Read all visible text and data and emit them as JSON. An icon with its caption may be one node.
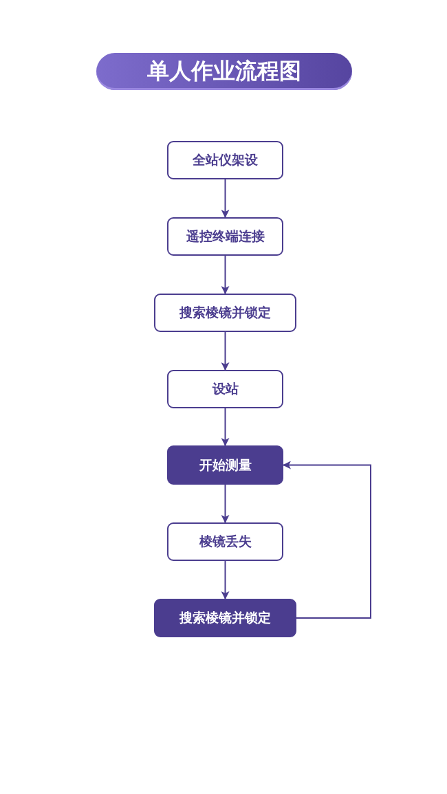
{
  "diagram": {
    "title": "单人作业流程图",
    "nodes": [
      {
        "text": [
          "全站仪架设"
        ]
      },
      {
        "text": [
          "遥控终端连接"
        ]
      },
      {
        "text": [
          "搜索棱镜并锁定"
        ]
      },
      {
        "text": [
          "设站"
        ]
      },
      {
        "text": [
          "开始测量"
        ]
      },
      {
        "text": [
          "棱镜丢失"
        ]
      },
      {
        "text": [
          "搜索棱镜并锁定"
        ]
      }
    ],
    "edges": [
      {
        "from": 0,
        "to": 1,
        "arrow": "to"
      },
      {
        "from": 1,
        "to": 2,
        "arrow": "to"
      },
      {
        "from": 2,
        "to": 3,
        "arrow": "to"
      },
      {
        "from": 3,
        "to": 4,
        "arrow": "to"
      },
      {
        "from": 4,
        "to": 5,
        "arrow": "to"
      },
      {
        "from": 5,
        "to": 6,
        "arrow": "to"
      },
      {
        "from": 6,
        "to": 4,
        "arrow": "to"
      }
    ]
  }
}
